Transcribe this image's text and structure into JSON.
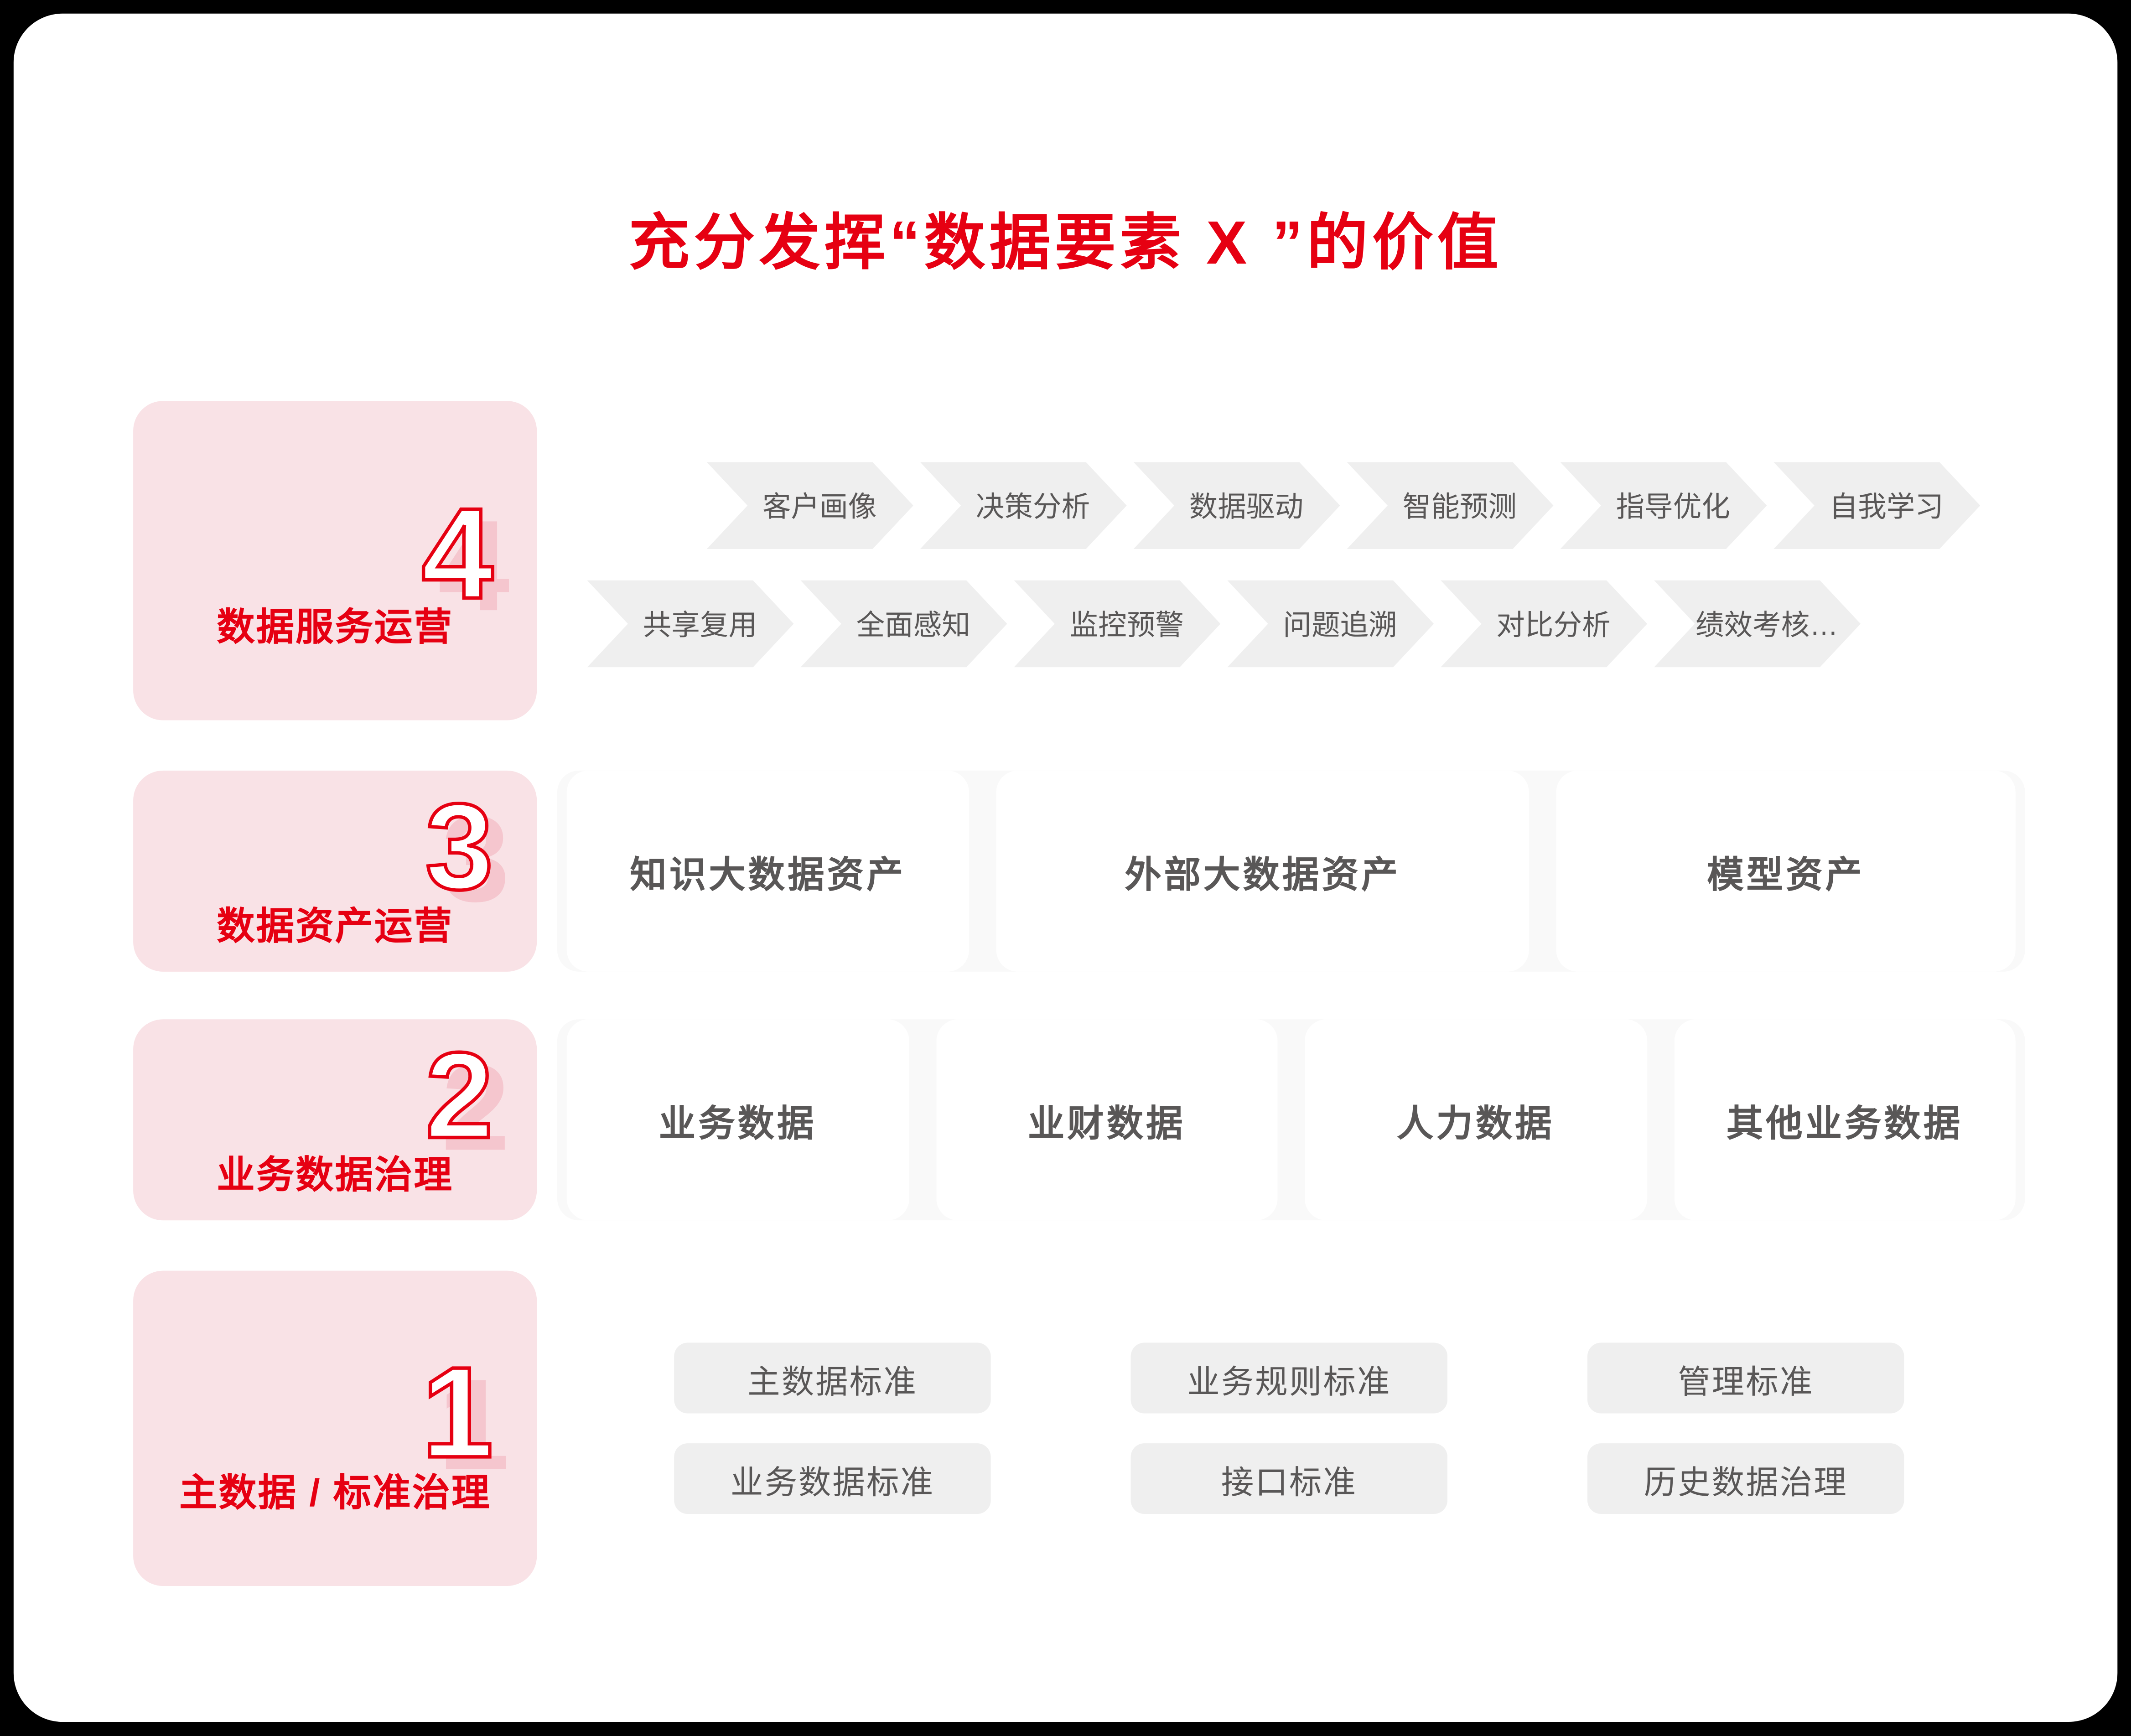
{
  "title": "充分发挥“数据要素 X ”的价值",
  "colors": {
    "accent_red": "#e60012",
    "label_block_pink": "#f9e2e6",
    "number_shadow_pink": "#f5c6ce",
    "shape_gray": "#efefef",
    "text_gray": "#595757",
    "panel_white": "#ffffff",
    "outer_black": "#000000"
  },
  "row4": {
    "number": "4",
    "label": "数据服务运营",
    "flow_top": [
      "客户画像",
      "决策分析",
      "数据驱动",
      "智能预测",
      "指导优化",
      "自我学习"
    ],
    "flow_bottom": [
      "共享复用",
      "全面感知",
      "监控预警",
      "问题追溯",
      "对比分析",
      "绩效考核…"
    ]
  },
  "row3": {
    "number": "3",
    "label": "数据资产运营",
    "cards": [
      "知识大数据资产",
      "外部大数据资产",
      "模型资产"
    ]
  },
  "row2": {
    "number": "2",
    "label": "业务数据治理",
    "cards": [
      "业务数据",
      "业财数据",
      "人力数据",
      "其他业务数据"
    ]
  },
  "row1": {
    "number": "1",
    "label": "主数据 / 标准治理",
    "pills_top": [
      "主数据标准",
      "业务规则标准",
      "管理标准"
    ],
    "pills_bottom": [
      "业务数据标准",
      "接口标准",
      "历史数据治理"
    ]
  }
}
